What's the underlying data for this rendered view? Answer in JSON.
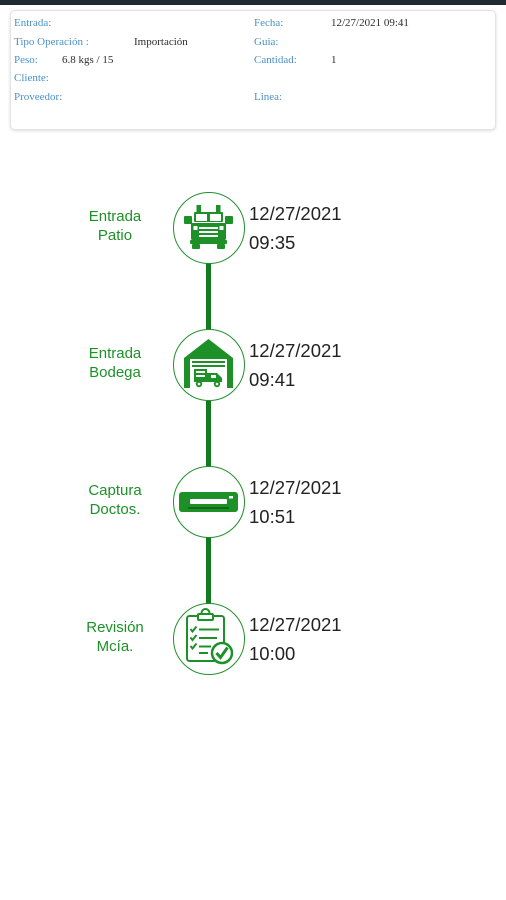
{
  "header": {
    "entrada_label": "Entrada:",
    "entrada_value": "",
    "tipo_operacion_label": "Tipo Operación :",
    "tipo_operacion_value": "Importación",
    "peso_label": "Peso:",
    "peso_value": "6.8 kgs / 15",
    "cliente_label": "Cliente:",
    "cliente_value": "",
    "proveedor_label": "Proveedor:",
    "proveedor_value": "",
    "fecha_label": "Fecha:",
    "fecha_value": "12/27/2021 09:41",
    "guia_label": "Guia:",
    "guia_value": "",
    "cantidad_label": "Cantidad:",
    "cantidad_value": "1",
    "linea_label": "Linea:",
    "linea_value": ""
  },
  "steps": [
    {
      "label_line1": "Entrada",
      "label_line2": "Patio",
      "date": "12/27/2021",
      "time": "09:35",
      "icon": "truck-icon"
    },
    {
      "label_line1": "Entrada",
      "label_line2": "Bodega",
      "date": "12/27/2021",
      "time": "09:41",
      "icon": "warehouse-icon"
    },
    {
      "label_line1": "Captura",
      "label_line2": "Doctos.",
      "date": "12/27/2021",
      "time": "10:51",
      "icon": "scanner-icon"
    },
    {
      "label_line1": "Revisión",
      "label_line2": "Mcía.",
      "date": "12/27/2021",
      "time": "10:00",
      "icon": "checklist-icon"
    }
  ],
  "colors": {
    "accent_green": "#1d9128",
    "line_green": "#127a1f",
    "label_blue": "#4a90c8"
  }
}
